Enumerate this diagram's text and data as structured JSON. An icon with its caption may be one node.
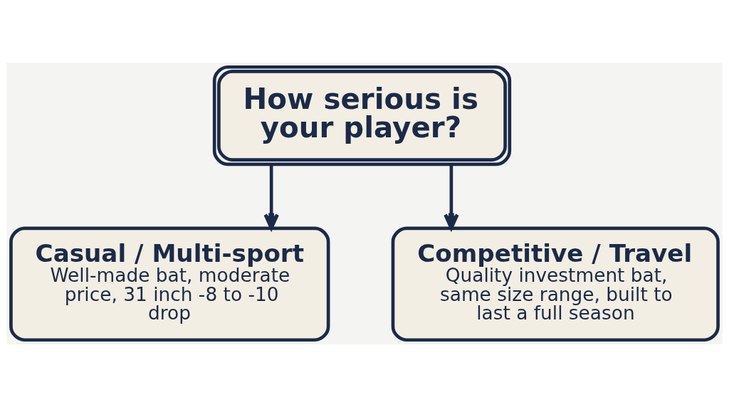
{
  "diagram": {
    "nodes": [
      {
        "text": [
          "How serious is your player?"
        ]
      },
      {
        "text": [
          "Casual / Multi-sport",
          "Well-made bat, moderate price, 31 inch -8 to -10 drop"
        ]
      },
      {
        "text": [
          "Competitive / Travel",
          "Quality investment bat, same size range, built to last a full season"
        ]
      }
    ],
    "edges": [
      {
        "from": 0,
        "to": 1,
        "arrow": "to"
      },
      {
        "from": 0,
        "to": 2,
        "arrow": "to"
      }
    ]
  }
}
